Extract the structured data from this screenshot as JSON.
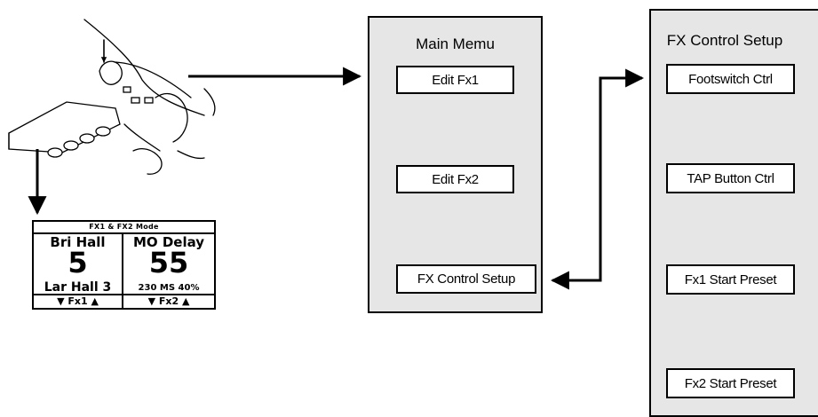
{
  "main_menu": {
    "title": "Main Memu",
    "items": [
      "Edit Fx1",
      "Edit Fx2",
      "FX Control Setup"
    ]
  },
  "fx_control_setup": {
    "title": "FX Control Setup",
    "items": [
      "Footswitch Ctrl",
      "TAP Button Ctrl",
      "Fx1 Start Preset",
      "Fx2 Start Preset"
    ]
  },
  "lcd": {
    "mode_label": "FX1 & FX2 Mode",
    "left": {
      "name": "Bri Hall",
      "value": "5",
      "sub": "Lar Hall 3",
      "footer": "▼ Fx1 ▲"
    },
    "right": {
      "name": "MO Delay",
      "value": "55",
      "sub": "230 MS 40%",
      "footer": "▼ Fx2 ▲"
    }
  },
  "colors": {
    "panel_fill": "#e6e6e6",
    "line": "#000000"
  }
}
